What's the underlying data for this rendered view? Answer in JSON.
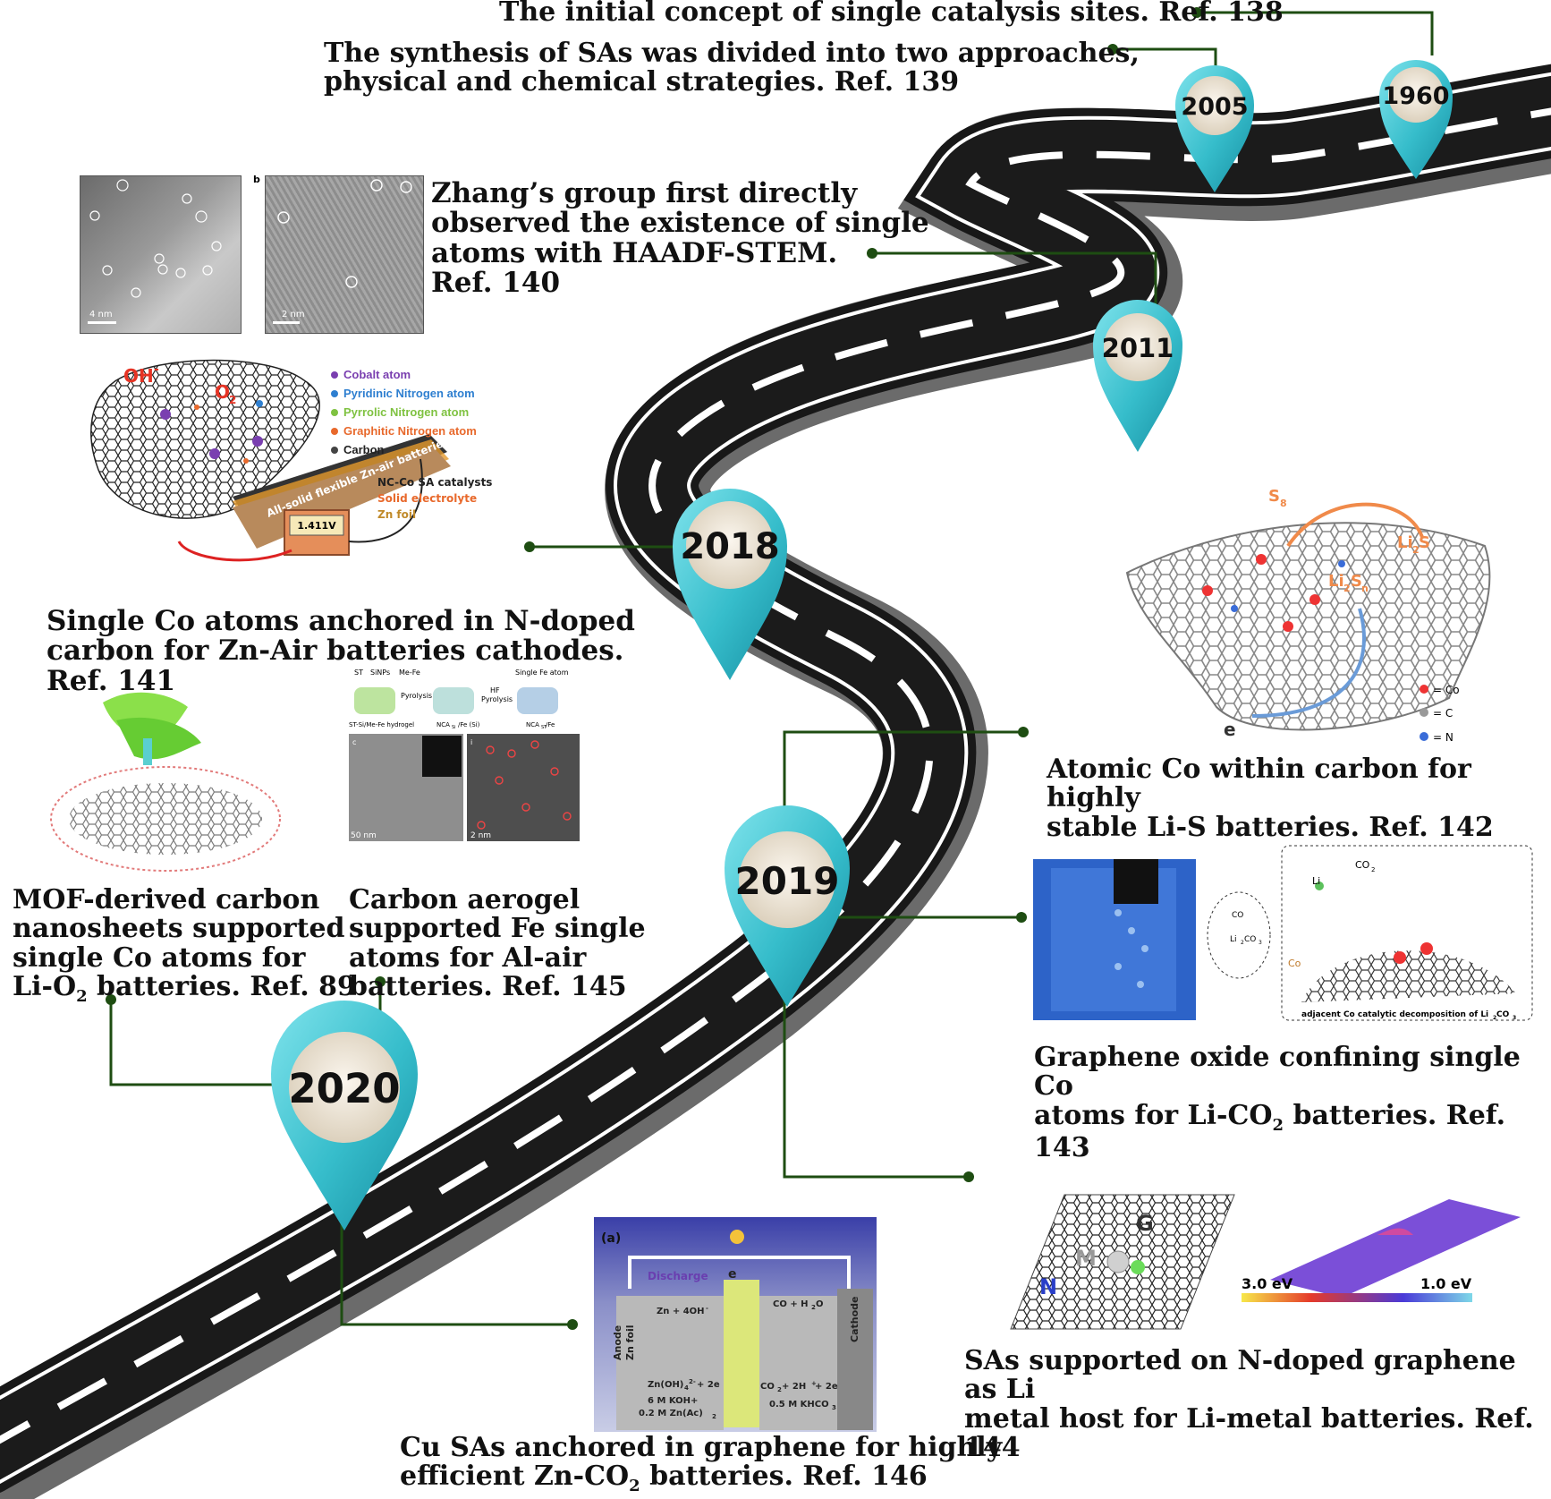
{
  "milestones": [
    {
      "year": "1960",
      "caption": "The initial concept of single catalysis sites. Ref. 138"
    },
    {
      "year": "2005",
      "caption_line1": "The synthesis of SAs was divided into two approaches,",
      "caption_line2": "physical and chemical strategies. Ref. 139"
    },
    {
      "year": "2011",
      "caption_lines": [
        "Zhang’s group  first directly",
        "observed the existence of single",
        "atoms with HAADF-STEM.",
        "Ref. 140"
      ]
    },
    {
      "year": "2018",
      "caption_lines": [
        "Single Co atoms anchored in N-doped",
        "carbon for Zn-Air batteries cathodes.",
        "Ref. 141"
      ]
    },
    {
      "year": "2019",
      "captions": [
        {
          "lines": [
            "Atomic Co within carbon for highly",
            "stable Li-S batteries. Ref. 142"
          ]
        },
        {
          "line1": "Graphene oxide confining single Co",
          "line2_pre": "atoms for Li-CO",
          "line2_sub": "2",
          "line2_post": " batteries. Ref. 143"
        },
        {
          "lines": [
            "SAs supported on N-doped graphene as Li",
            "metal host for Li-metal batteries. Ref. 144"
          ]
        }
      ]
    },
    {
      "year": "2020",
      "captions": [
        {
          "lines": [
            "Carbon aerogel",
            "supported Fe single",
            "atoms for Al-air",
            "batteries. Ref. 145"
          ]
        },
        {
          "line1": "MOF-derived carbon",
          "line2": "nanosheets supported",
          "line3": "single Co atoms for",
          "line4_pre": "Li-O",
          "line4_sub": "2",
          "line4_post": " batteries. Ref. 89"
        },
        {
          "line1": "Cu SAs anchored in graphene for highly",
          "line2_pre": "efficient Zn-CO",
          "line2_sub": "2",
          "line2_post": " batteries. Ref. 146"
        }
      ]
    }
  ],
  "panels": {
    "stem": {
      "scale_a": "4 nm",
      "scale_b": "2 nm",
      "label_b": "b"
    },
    "zn_air": {
      "legend": [
        "Cobalt atom",
        "Pyridinic Nitrogen atom",
        "Pyrrolic Nitrogen atom",
        "Graphitic Nitrogen atom",
        "Carbon"
      ],
      "legend_colors": [
        "#7a3fb0",
        "#2e7fd0",
        "#7fc241",
        "#e8692c",
        "#444444"
      ],
      "oh": "OH",
      "oh_sup": "-",
      "o2": "O",
      "o2_sub": "2",
      "layers": [
        "NC-Co SA catalysts",
        "Solid electrolyte",
        "Zn foil"
      ],
      "battery_label": "All-solid flexible Zn-air batteries",
      "voltage": "1.411V"
    },
    "lis": {
      "s8": "S",
      "s8_sub": "8",
      "li2s": "Li",
      "li2s_sub": "2",
      "li2s_post": "S",
      "li2sn": "Li",
      "li2sn_sub2": "2",
      "li2sn_s": "S",
      "li2sn_subn": "n",
      "electron": "e",
      "legend": [
        "= Co",
        "= C",
        "= N"
      ]
    },
    "aerogel": {
      "steps": [
        "ST",
        "SiNPs",
        "Me-Fe",
        "Single Fe atom",
        "Pyrolysis",
        "HF",
        "Pyrolysis"
      ],
      "labels": [
        "ST-Si/Me-Fe hydrogel",
        "NCA",
        "Si",
        "/Fe (Si)",
        "NCA",
        "ST",
        "/Fe"
      ],
      "sub_c": "c",
      "sub_i": "i",
      "scale1": "50 nm",
      "scale2": "2 nm"
    },
    "licO2": {
      "li": "Li",
      "co2": "CO",
      "co2_sub": "2",
      "li2co3": "Li",
      "li2co3_sub": "2",
      "li2co3_post": "CO",
      "li2co3_sub2": "3",
      "co": "Co",
      "caption_pre": "adjacent Co catalytic decomposition of Li",
      "caption_sub": "2",
      "caption_post": "CO",
      "caption_sub2": "3"
    },
    "limetal": {
      "g": "G",
      "m": "M",
      "n": "N",
      "ev_left": "3.0 eV",
      "ev_right": "1.0 eV"
    },
    "zn_co2": {
      "tag": "(a)",
      "discharge": "Discharge",
      "electron": "e",
      "anode": "Anode",
      "zn_foil": "Zn foil",
      "cathode": "Cathode",
      "eq1": "Zn + 4OH",
      "eq2": "Zn(OH)",
      "eq3": "CO + H",
      "eq4": "CO",
      "koh": "6 M KOH+",
      "znac": "0.2 M Zn(Ac)",
      "khco3": "0.5 M KHCO",
      "eq2_sub": "4",
      "eq2_sup": "2-",
      "eq2_post": " + 2e",
      "eq3_sub": "2",
      "eq3_post": "O",
      "eq4_sub": "2",
      "eq4_post": " + 2H",
      "eq4_sup": "+",
      "eq4_tail": " + 2e",
      "znac_sub": "2",
      "khco3_sub": "3",
      "eq1_sup": "-"
    }
  },
  "colors": {
    "road": "#1a1a1a",
    "road_edge": "#6e6e6e",
    "stripe": "#ffffff",
    "pin": "#3fc3cf",
    "pin_dark": "#1e8fa3",
    "pin_face": "#efe6d6",
    "connector": "#1e4d12"
  }
}
